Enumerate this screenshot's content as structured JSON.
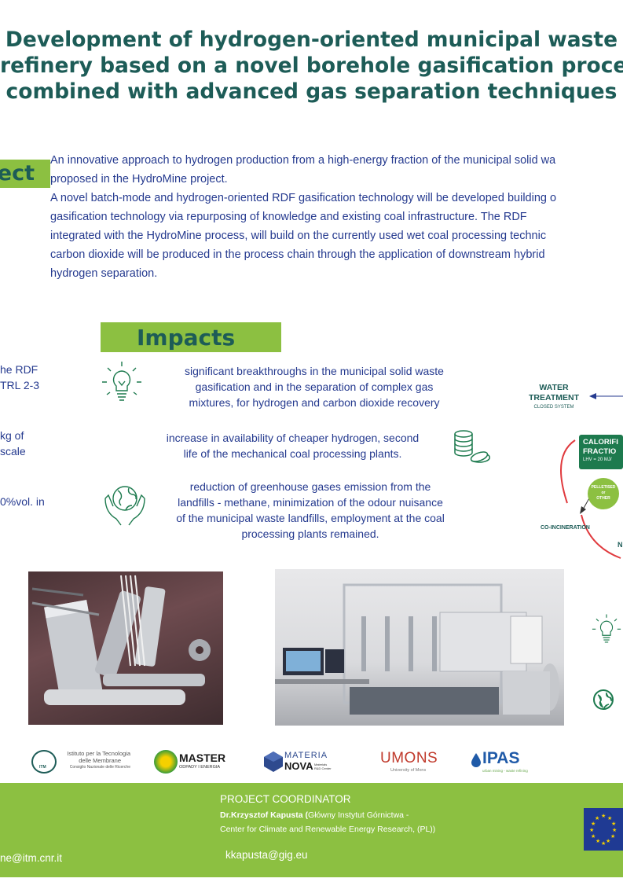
{
  "title": {
    "line1": "Development of hydrogen-oriented municipal waste",
    "line2": "refinery based on a novel borehole gasification proces",
    "line3": "combined with advanced gas separation techniques"
  },
  "project": {
    "tab_label": "ect",
    "para1_line1": "An innovative approach to hydrogen production from a high-energy fraction of the municipal solid wa",
    "para1_line2": "proposed in the HydroMine project.",
    "para2_line1": "A novel batch-mode and hydrogen-oriented RDF gasification technology will be developed building o",
    "para2_line2": "gasification technology via repurposing of knowledge and existing coal infrastructure. The RDF",
    "para2_line3": "integrated with the HydroMine process, will build on the currently used wet coal processing technic",
    "para2_line4": "carbon dioxide will be produced in the process chain through the application of downstream hybrid",
    "para2_line5": "hydrogen separation."
  },
  "left_fragments": {
    "a1": "he RDF",
    "a2": "TRL 2-3",
    "b1": "kg of",
    "b2": "scale",
    "c1": "0%vol. in"
  },
  "impacts": {
    "heading": "Impacts",
    "item1": [
      "significant breakthroughs in the municipal solid waste",
      "gasification and  in the separation of complex gas",
      "mixtures, for hydrogen and carbon dioxide recovery"
    ],
    "item2": [
      "increase in availability of cheaper hydrogen, second",
      "life of the mechanical coal processing plants."
    ],
    "item3": [
      "reduction of greenhouse gases emission from the",
      "landfills - methane, minimization of the odour nuisance",
      "of the municipal waste landfills, employment at the coal",
      "processing plants remained."
    ]
  },
  "diagram": {
    "water1": "WATER",
    "water2": "TREATMENT",
    "closed": "CLOSED SYSTEM",
    "calor1": "CALORIFI",
    "calor2": "FRACTIO",
    "lhv": "LHV = 20 MJ/",
    "pellet1": "PELLETISED",
    "pellet2": "or",
    "pellet3": "OTHER",
    "coinc": "CO-INCINERATION",
    "n": "N"
  },
  "logos": {
    "itm1": "Istituto per la Tecnologia",
    "itm2": "delle Membrane",
    "itm3": "Consiglio Nazionale delle Ricerche",
    "itm_mark": "ITM",
    "master": "MASTER",
    "master_sub": "ODPADY I ENERGIA",
    "materia1": "MATERIA",
    "materia2": "NOVA",
    "materia3": "Materials R&D Center",
    "umons": "UMONS",
    "umons_sub": "University of Mons",
    "ipas": "IPAS",
    "ipas_sub": "urban mining - waste refining"
  },
  "footer": {
    "coord_label": "PROJECT COORDINATOR",
    "coord_name": "Dr.Krzysztof Kapusta (",
    "coord_org1": "Główny Instytut Górnictwa -",
    "coord_org2": "Center for Climate and Renewable Energy Research, (PL))",
    "coord_email": "kkapusta@gig.eu",
    "left_email": "ne@itm.cnr.it"
  },
  "colors": {
    "green": "#8cc041",
    "teal": "#1d5c57",
    "navy": "#253a8f",
    "red": "#e03a3e"
  }
}
